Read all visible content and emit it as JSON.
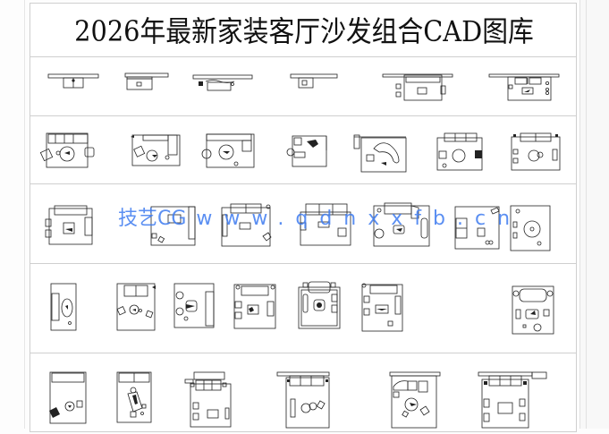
{
  "title": "2026年最新家装客厅沙发组合CAD图库",
  "watermark": {
    "brand": "技艺CG",
    "url": "www.qdnxxfb.cn",
    "color": "#3f7cf0"
  },
  "colors": {
    "line": "#222222",
    "frame": "#cfcfcf",
    "background": "#ffffff"
  },
  "grid": {
    "rows": [
      {
        "label": "row-1",
        "count": 6,
        "style": "linear sofa elevations (narrow)"
      },
      {
        "label": "row-2",
        "count": 7,
        "style": "wide living room plans"
      },
      {
        "label": "row-3",
        "count": 7,
        "style": "medium living room plans"
      },
      {
        "label": "row-4",
        "count": 7,
        "style": "square living room plans"
      },
      {
        "label": "row-5",
        "count": 6,
        "style": "tall living room plans"
      }
    ]
  }
}
